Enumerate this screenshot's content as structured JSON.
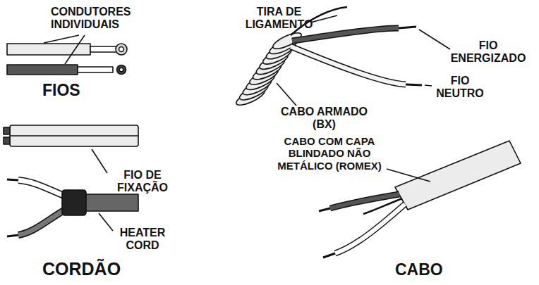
{
  "diagram": {
    "labels": [
      "CONDUTORES INDIVIDUAIS",
      "FIOS",
      "TIRA DE LIGAMENTO",
      "FIO ENERGIZADO",
      "FIO NEUTRO",
      "CABO ARMADO (BX)",
      "FIO DE FIXAÇÃO",
      "HEATER CORD",
      "CORDÃO",
      "CABO COM CAPA BLINDADO NÃO METÁLICO (ROMEX)",
      "CABO"
    ]
  }
}
